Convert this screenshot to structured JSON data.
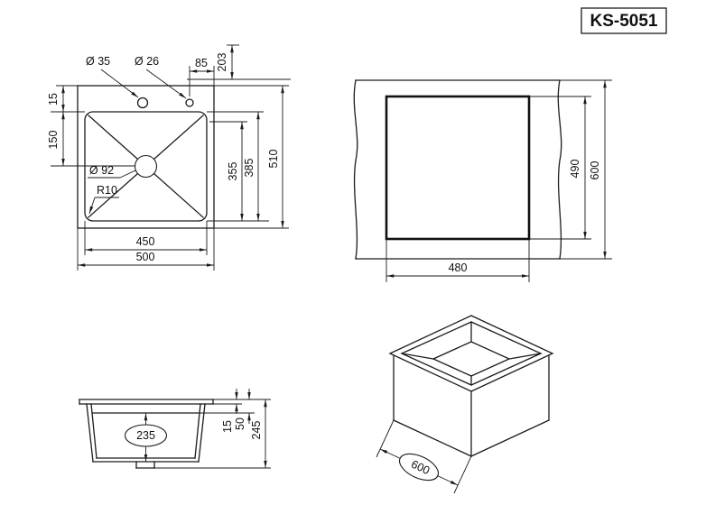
{
  "title": "KS-5051",
  "top_view": {
    "hole1_diameter": "Ø 35",
    "hole2_diameter": "Ø 26",
    "hole_spacing": "85",
    "hole_offset": "203",
    "rim_gap": "15",
    "front_offset": "150",
    "drain_diameter": "Ø 92",
    "corner_radius": "R10",
    "bowl_inner_depth": "355",
    "bowl_outer_depth": "385",
    "overall_depth": "510",
    "bowl_width": "450",
    "overall_width": "500"
  },
  "cutout_view": {
    "cutout_height": "490",
    "counter_depth": "600",
    "cutout_width": "480"
  },
  "side_view": {
    "bowl_depth": "235",
    "rim_height": "15",
    "ledge_height": "50",
    "overall_height": "245"
  },
  "iso_view": {
    "overall_width": "600"
  }
}
